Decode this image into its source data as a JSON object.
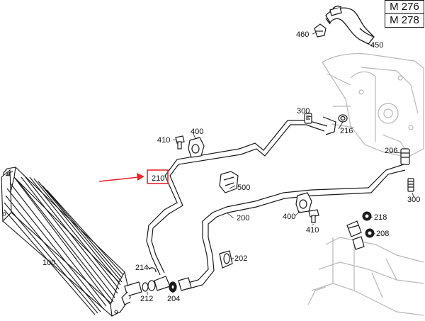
{
  "models": [
    "M 276",
    "M 278"
  ],
  "callouts": {
    "c100": "100",
    "c200": "200",
    "c202": "202",
    "c204": "204",
    "c206": "206",
    "c208": "208",
    "c210": "210",
    "c212": "212",
    "c214": "214",
    "c216": "216",
    "c218": "218",
    "c300a": "300",
    "c300b": "300",
    "c400a": "400",
    "c400b": "400",
    "c410a": "410",
    "c410b": "410",
    "c450": "450",
    "c460": "460",
    "c500": "500"
  },
  "colors": {
    "line": "#1a1a1a",
    "ghost": "#b8b8b8",
    "highlight": "#e8262c"
  }
}
